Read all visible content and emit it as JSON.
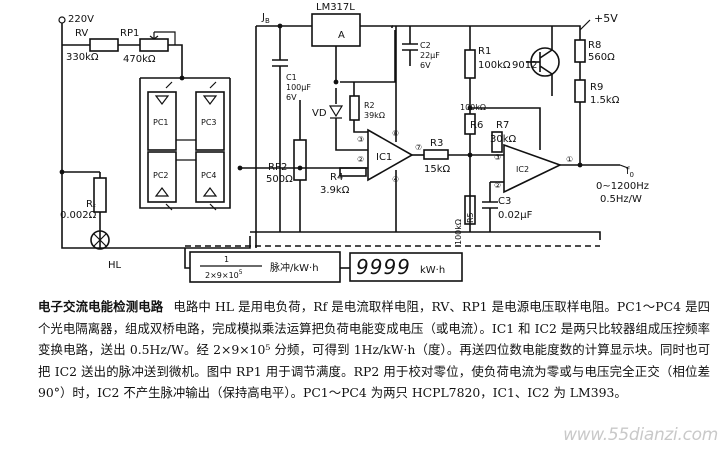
{
  "labels": {
    "v220": "220V",
    "rv": "RV",
    "rv_val": "330kΩ",
    "rp1": "RP1",
    "rp1_val": "470kΩ",
    "jb": "J",
    "jb_sub": "B",
    "lm317": "LM317L",
    "lm_a": "A",
    "c2": "C2",
    "c2_val": "22μF",
    "c2_v": "6V",
    "c1": "C1",
    "c1_val": "100μF",
    "c1_v": "6V",
    "r1": "R1",
    "r1_val": "100kΩ",
    "q9012": "9012",
    "plus5v": "+5V",
    "r8": "R8",
    "r8_val": "560Ω",
    "r9": "R9",
    "r9_val": "1.5kΩ",
    "pc1": "PC1",
    "pc2": "PC2",
    "pc3": "PC3",
    "pc4": "PC4",
    "vd": "VD",
    "r2": "R2",
    "r2_val": "39kΩ",
    "pin3": "③",
    "pin8": "⑧",
    "pin2": "②",
    "pin4": "④",
    "pin7": "⑦",
    "ic1": "IC1",
    "r3": "R3",
    "r3_val": "15kΩ",
    "r6_val": "100kΩ",
    "r6": "R6",
    "r7": "R7",
    "r7_val": "30kΩ",
    "ic2": "IC2",
    "ic2_pin1": "①",
    "ic2_pin2": "②",
    "ic2_pin3": "③",
    "fo": "f",
    "fo_sub": "0",
    "f_range": "0~1200Hz",
    "f_rate": "0.5Hz/W",
    "rp2": "RP2",
    "rp2_val": "500Ω",
    "r4": "R4",
    "r4_val": "3.9kΩ",
    "rf": "R",
    "rf_sub": "f",
    "rf_val": "0.002Ω",
    "hl": "HL",
    "r5": "R5",
    "r5_val": "100kΩ",
    "c3": "C3",
    "c3_val": "0.02μF",
    "div_num": "1",
    "div_den": "2×9×10",
    "div_exp": "5",
    "pulse": "脉冲/kW·h",
    "display_digits": "9999",
    "display_unit": "kW·h"
  },
  "description": {
    "title": "电子交流电能检测电路",
    "body": "电路中 HL 是用电负荷，Rf 是电流取样电阻，RV、RP1 是电源电压取样电阻。PC1～PC4 是四个光电隔离器，组成双桥电路，完成模拟乘法运算把负荷电能变成电压（或电流）。IC1 和 IC2 是两只比较器组成压控频率变换电路，送出 0.5Hz/W。经 2×9×10⁵ 分频，可得到 1Hz/kW·h（度）。再送四位数电能度数的计算显示块。同时也可把 IC2 送出的脉冲送到微机。图中 RP1 用于调节满度。RP2 用于校对零位，使负荷电流为零或与电压完全正交（相位差 90°）时，IC2 不产生脉冲输出（保持高电平）。PC1～PC4 为两只 HCPL7820，IC1、IC2 为 LM393。"
  },
  "watermark": "www.55dianzi.com"
}
